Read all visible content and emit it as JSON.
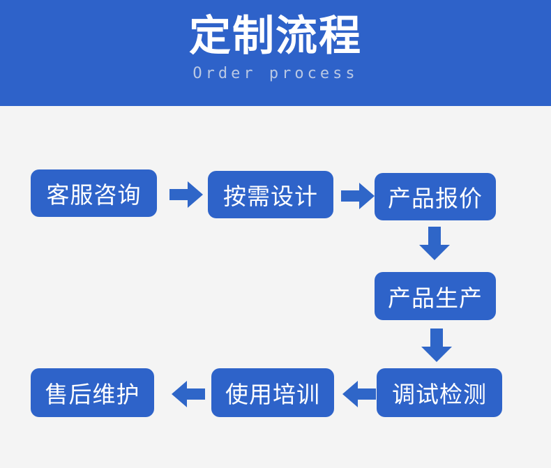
{
  "header": {
    "title": "定制流程",
    "subtitle": "Order process",
    "background_color": "#2e62c9",
    "title_color": "#ffffff",
    "subtitle_color": "#b9c8e4"
  },
  "page": {
    "background_color": "#f4f4f4"
  },
  "flow": {
    "box_color": "#2e63c9",
    "box_text_color": "#ffffff",
    "arrow_color": "#2f66c8",
    "steps": [
      {
        "id": "customer-service-consult",
        "label": "客服咨询",
        "order": 1
      },
      {
        "id": "design-on-demand",
        "label": "按需设计",
        "order": 2
      },
      {
        "id": "product-quotation",
        "label": "产品报价",
        "order": 3
      },
      {
        "id": "product-manufacturing",
        "label": "产品生产",
        "order": 4
      },
      {
        "id": "debug-inspection",
        "label": "调试检测",
        "order": 5
      },
      {
        "id": "usage-training",
        "label": "使用培训",
        "order": 6
      },
      {
        "id": "after-sales-maintenance",
        "label": "售后维护",
        "order": 7
      }
    ],
    "connectors": [
      {
        "id": "arrow-1",
        "direction": "right",
        "from": "客服咨询",
        "to": "按需设计"
      },
      {
        "id": "arrow-2",
        "direction": "right",
        "from": "按需设计",
        "to": "产品报价"
      },
      {
        "id": "arrow-3",
        "direction": "down",
        "from": "产品报价",
        "to": "产品生产"
      },
      {
        "id": "arrow-4",
        "direction": "down",
        "from": "产品生产",
        "to": "调试检测"
      },
      {
        "id": "arrow-5",
        "direction": "left",
        "from": "调试检测",
        "to": "使用培训"
      },
      {
        "id": "arrow-6",
        "direction": "left",
        "from": "使用培训",
        "to": "售后维护"
      }
    ]
  }
}
